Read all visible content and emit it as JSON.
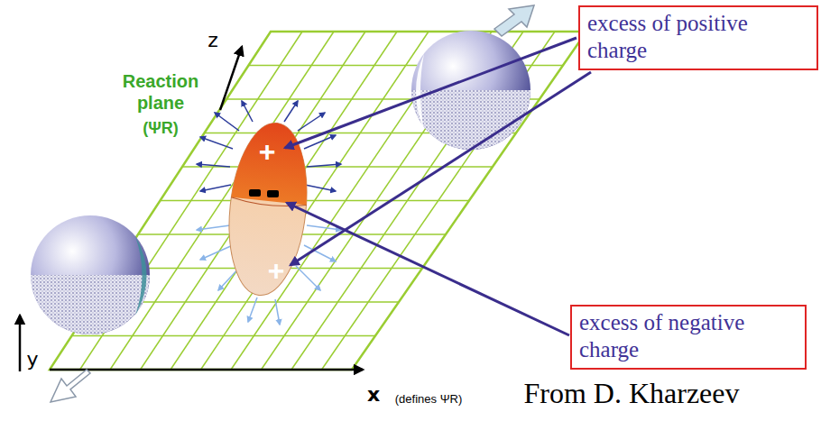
{
  "diagram": {
    "nodes": [
      {
        "text": [
          "excess of positive charge"
        ]
      },
      {
        "text": [
          "excess of negative charge"
        ]
      }
    ],
    "labels": [
      "z",
      "Reaction plane",
      "(ΨR)",
      "+",
      "+",
      "y",
      "x",
      "(defines ΨR)",
      "From D. Kharzeev"
    ]
  }
}
